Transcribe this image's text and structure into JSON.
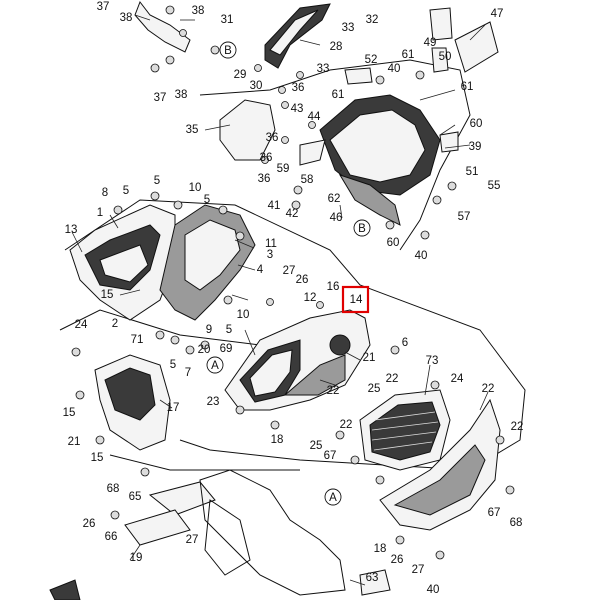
{
  "highlighted_label": "14",
  "callout_letters": [
    "A",
    "A",
    "B",
    "B"
  ],
  "part_labels": [
    "37",
    "38",
    "31",
    "32",
    "33",
    "47",
    "38",
    "28",
    "49",
    "50",
    "37",
    "38",
    "29",
    "30",
    "33",
    "52",
    "40",
    "61",
    "61",
    "35",
    "36",
    "43",
    "44",
    "61",
    "60",
    "36",
    "59",
    "36",
    "39",
    "36",
    "58",
    "51",
    "55",
    "41",
    "42",
    "62",
    "46",
    "57",
    "60",
    "40",
    "8",
    "5",
    "5",
    "10",
    "1",
    "5",
    "13",
    "11",
    "3",
    "4",
    "27",
    "26",
    "16",
    "14",
    "12",
    "15",
    "24",
    "10",
    "2",
    "9",
    "71",
    "5",
    "69",
    "21",
    "6",
    "7",
    "5",
    "20",
    "73",
    "22",
    "22",
    "24",
    "15",
    "23",
    "17",
    "22",
    "25",
    "21",
    "25",
    "15",
    "18",
    "26",
    "22",
    "22",
    "67",
    "68",
    "65",
    "27",
    "67",
    "26",
    "68",
    "66",
    "19",
    "18",
    "27",
    "63",
    "40"
  ]
}
